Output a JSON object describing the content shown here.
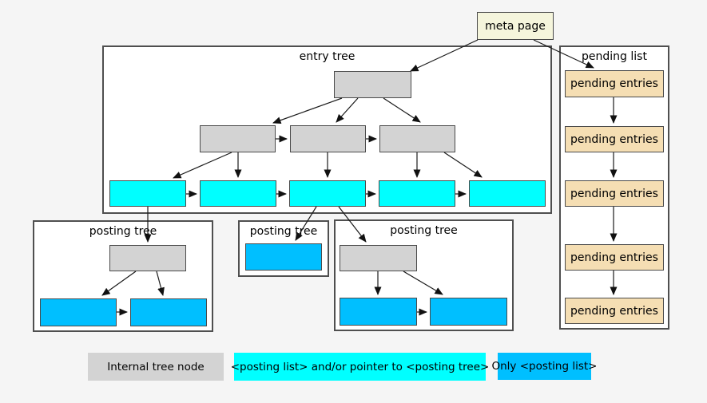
{
  "diagram": {
    "meta_page": {
      "label": "meta page",
      "fill": "#f5f5dc"
    },
    "entry_tree": {
      "label": "entry tree"
    },
    "pending_list": {
      "label": "pending list",
      "fill": "#f5deb3",
      "entries": [
        {
          "label": "pending entries"
        },
        {
          "label": "pending entries"
        },
        {
          "label": "pending entries"
        },
        {
          "label": "pending entries"
        },
        {
          "label": "pending entries"
        }
      ]
    },
    "posting_trees": [
      {
        "label": "posting tree"
      },
      {
        "label": "posting tree"
      },
      {
        "label": "posting tree"
      }
    ],
    "legend": {
      "items": [
        {
          "label": "Internal tree node",
          "color": "#d3d3d3"
        },
        {
          "label": "<posting list> and/or pointer to <posting tree>",
          "color": "#00ffff"
        },
        {
          "label": "Only <posting list>",
          "color": "#00bfff"
        }
      ]
    },
    "colors": {
      "background": "#f5f5f5",
      "internal_node": "#d3d3d3",
      "posting_list_and_or_tree": "#00ffff",
      "posting_list_only": "#00bfff",
      "meta_page": "#f5f5dc",
      "pending_entries": "#f5deb3",
      "edge": "#1a1a1a"
    }
  }
}
